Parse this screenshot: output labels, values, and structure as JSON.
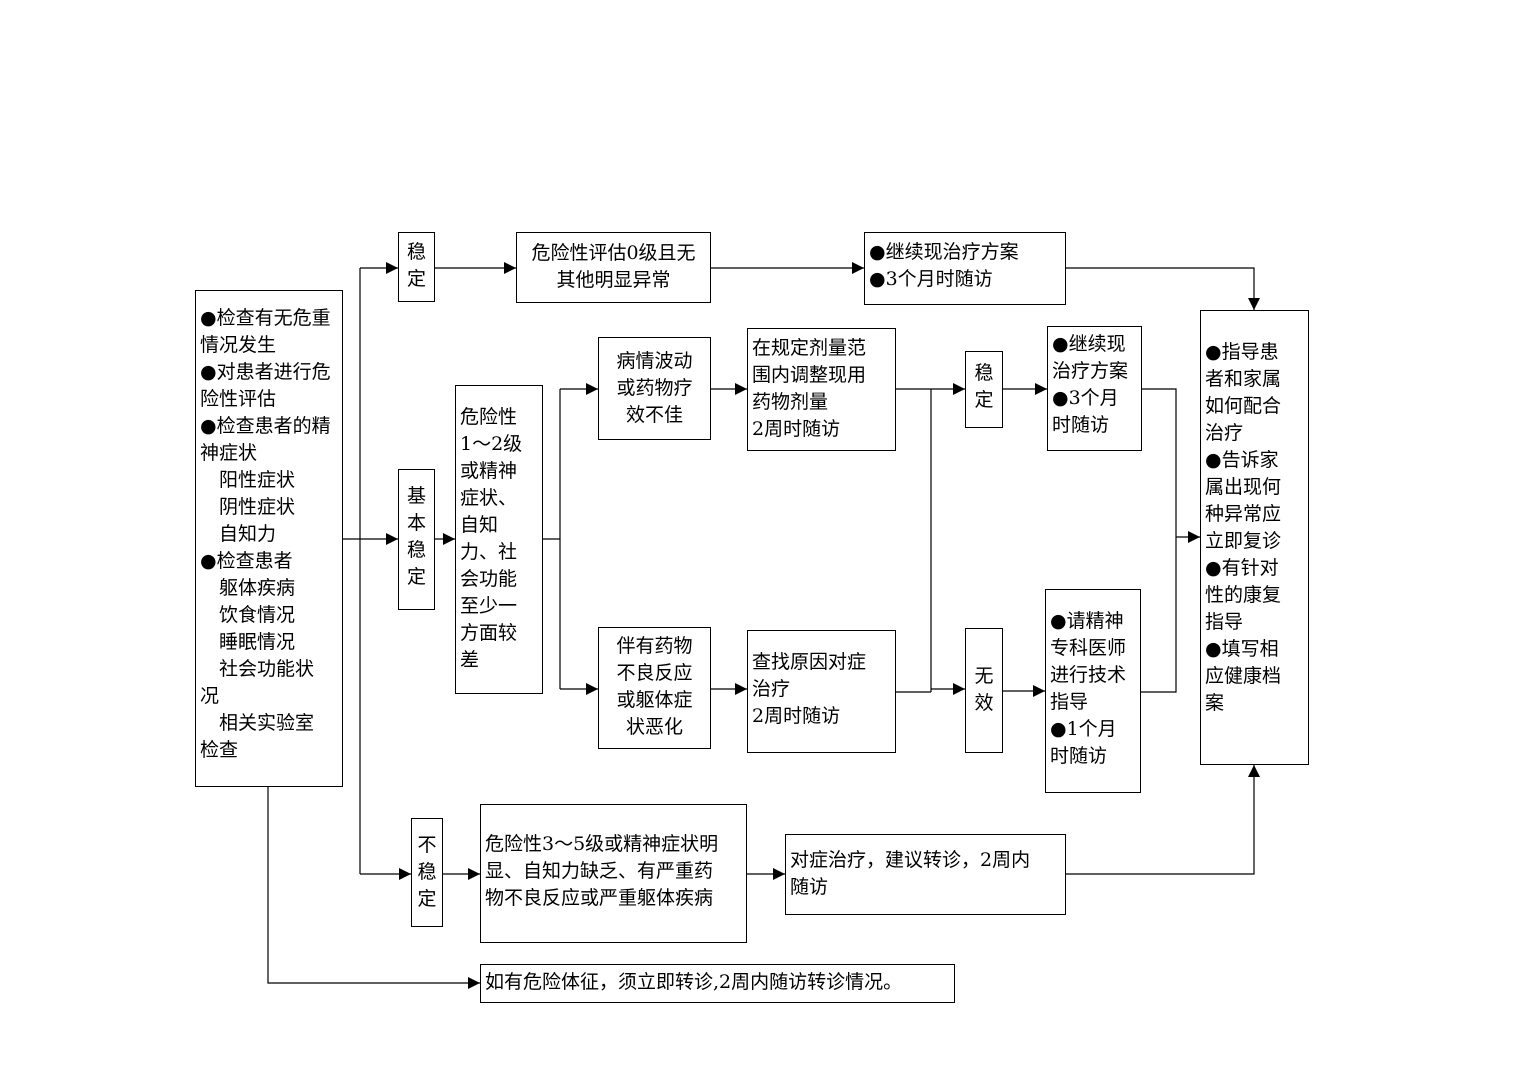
{
  "boxes": {
    "assess": [
      "●检查有无危重",
      "情况发生",
      "●对患者进行危",
      "险性评估",
      "●检查患者的精",
      "神症状",
      "　阳性症状",
      "　阴性症状",
      "　自知力",
      "●检查患者",
      "　躯体疾病",
      "　饮食情况",
      "　睡眠情况",
      "　社会功能状",
      "况",
      "　相关实验室",
      "检查"
    ],
    "stable": [
      "稳",
      "定"
    ],
    "stable_cond": [
      "危险性评估0级且无",
      "其他明显异常"
    ],
    "stable_action": [
      "●继续现治疗方案",
      "●3个月时随访"
    ],
    "basic": [
      "基",
      "本",
      "稳",
      "定"
    ],
    "basic_cond": [
      "危险性",
      "1～2级",
      "或精神",
      "症状、",
      "自知",
      "力、社",
      "会功能",
      "至少一",
      "方面较",
      "差"
    ],
    "fluct": [
      "病情波动",
      "或药物疗",
      "效不佳"
    ],
    "adjust": [
      "在规定剂量范",
      "围内调整现用",
      "药物剂量",
      "2周时随访"
    ],
    "adverse": [
      "伴有药物",
      "不良反应",
      "或躯体症",
      "状恶化"
    ],
    "cause": [
      "查找原因对症",
      "治疗",
      "2周时随访"
    ],
    "stable2": [
      "稳",
      "定"
    ],
    "continue2": [
      "●继续现",
      "治疗方案",
      "●3个月",
      "时随访"
    ],
    "invalid": [
      "无",
      "效"
    ],
    "expert": [
      "●请精神",
      "专科医师",
      "进行技术",
      "指导",
      "●1个月",
      "时随访"
    ],
    "guide": [
      "●指导患",
      "者和家属",
      "如何配合",
      "治疗",
      "●告诉家",
      "属出现何",
      "种异常应",
      "立即复诊",
      "●有针对",
      "性的康复",
      "指导",
      "●填写相",
      "应健康档",
      "案"
    ],
    "unstable": [
      "不",
      "稳",
      "定"
    ],
    "unstable_cond": [
      "危险性3～5级或精神症状明",
      "显、自知力缺乏、有严重药",
      "物不良反应或严重躯体疾病"
    ],
    "unstable_action": [
      "对症治疗，建议转诊，2周内",
      "随访"
    ],
    "danger": [
      "如有危险体征，须立即转诊,2周内随访转诊情况。"
    ]
  }
}
